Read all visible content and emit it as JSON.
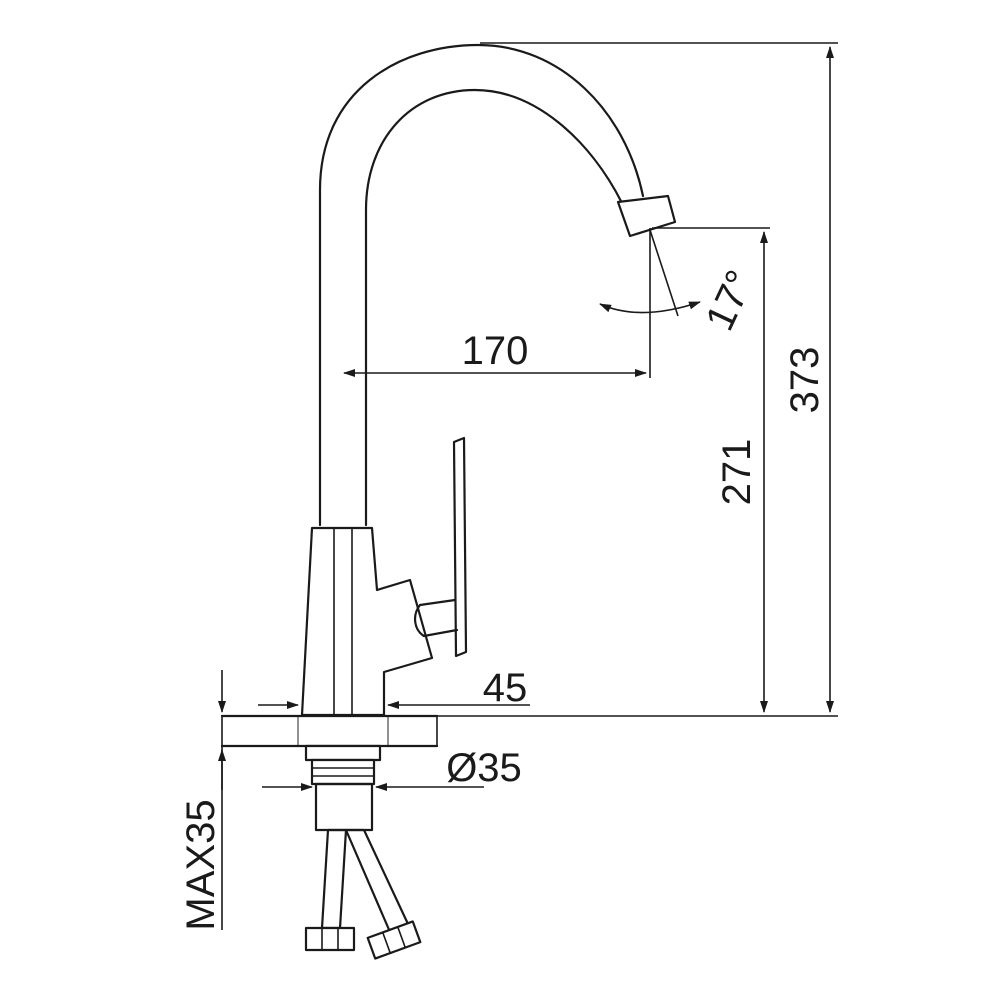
{
  "dimensions": {
    "spout_reach": "170",
    "spray_angle": "17°",
    "outlet_height": "271",
    "total_height": "373",
    "base_width": "45",
    "mount_hole": "Ø35",
    "max_deck_thickness": "MAX35"
  },
  "colors": {
    "line": "#1a1a1a",
    "background": "#ffffff"
  }
}
